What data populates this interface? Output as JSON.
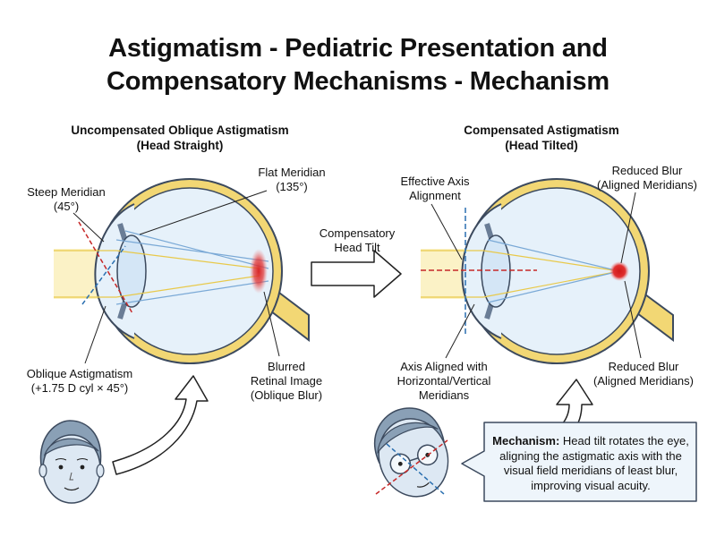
{
  "title": {
    "line1": "Astigmatism - Pediatric Presentation and",
    "line2": "Compensatory Mechanisms - Mechanism"
  },
  "left_panel": {
    "header_line1": "Uncompensated Oblique Astigmatism",
    "header_line2": "(Head Straight)",
    "steep_meridian": [
      "Steep Meridian",
      "(45°)"
    ],
    "flat_meridian": [
      "Flat Meridian",
      "(135°)"
    ],
    "oblique_astigmatism": [
      "Oblique Astigmatism",
      "(+1.75 D cyl × 45°)"
    ],
    "blurred_image": [
      "Blurred",
      "Retinal Image",
      "(Oblique Blur)"
    ]
  },
  "middle": {
    "head_tilt": [
      "Compensatory",
      "Head Tilt"
    ]
  },
  "right_panel": {
    "header_line1": "Compensated Astigmatism",
    "header_line2": "(Head Tilted)",
    "effective_axis": [
      "Effective Axis",
      "Alignment"
    ],
    "reduced_blur_top": [
      "Reduced Blur",
      "(Aligned Meridians)"
    ],
    "axis_aligned": [
      "Axis Aligned with",
      "Horizontal/Vertical",
      "Meridians"
    ],
    "reduced_blur_bottom": [
      "Reduced Blur",
      "(Aligned Meridians)"
    ]
  },
  "callout": {
    "heading": "Mechanism:",
    "text": " Head tilt rotates the eye, aligning the astigmatic axis with the visual field meridians of least blur, improving visual acuity."
  },
  "colors": {
    "eye_outline": "#3c4a5e",
    "sclera": "#f2d774",
    "eye_fill": "#e6f1fa",
    "lens_fill": "#d4e6f6",
    "light_beam": "#fbf2c6",
    "blur_red": "#d82424",
    "meridian_red": "#c62828",
    "meridian_blue": "#2a6fb0",
    "arrow_fill": "#ffffff",
    "callout_fill": "#eef5fb"
  }
}
